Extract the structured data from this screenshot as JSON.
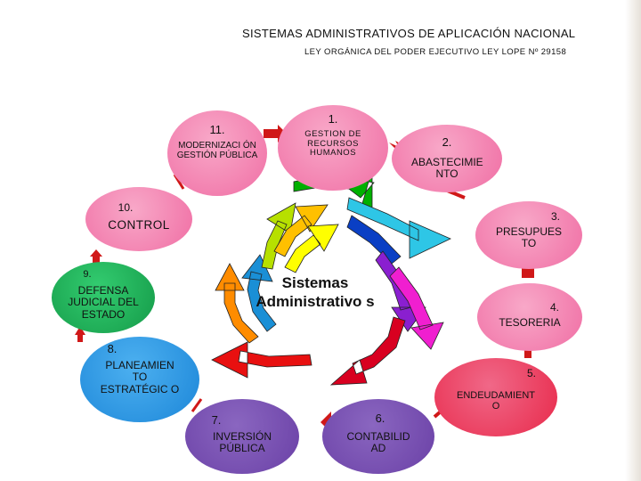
{
  "header": {
    "title": "SISTEMAS ADMINISTRATIVOS DE APLICACIÓN NACIONAL",
    "subtitle": "LEY ORGÁNICA DEL PODER EJECUTIVO LEY LOPE Nº 29158"
  },
  "center": {
    "label": "Sistemas Administrativo s"
  },
  "nodes": [
    {
      "num": "1.",
      "label": "GESTION DE RECURSOS HUMANOS"
    },
    {
      "num": "2.",
      "label": "ABASTECIMIE NTO"
    },
    {
      "num": "3.",
      "label": "PRESUPUES TO"
    },
    {
      "num": "4.",
      "label": "TESORERIA"
    },
    {
      "num": "5.",
      "label": "ENDEUDAMIENT O"
    },
    {
      "num": "6.",
      "label": "CONTABILID AD"
    },
    {
      "num": "7.",
      "label": "INVERSIÓN PÚBLICA"
    },
    {
      "num": "8.",
      "label": "PLANEAMIEN TO ESTRATÉGIC O"
    },
    {
      "num": "9.",
      "label": "DEFENSA JUDICIAL DEL ESTADO"
    },
    {
      "num": "10.",
      "label": "CONTROL"
    },
    {
      "num": "11.",
      "label": "MODERNIZACI ÓN GESTIÓN PÚBLICA"
    }
  ],
  "colors": {
    "pink_node": "#f47fb0",
    "purple_node": "#7048a8",
    "green_node": "#18b85a",
    "blue_node": "#2a93e0",
    "connector_red": "#d01818",
    "spiral": [
      "#00b000",
      "#2ec6e6",
      "#0a3fc4",
      "#8a1fd0",
      "#f01fd0",
      "#d80020",
      "#e81010",
      "#ff8c00",
      "#1a8fd6",
      "#b7e000",
      "#ffc000",
      "#ffff00"
    ]
  }
}
